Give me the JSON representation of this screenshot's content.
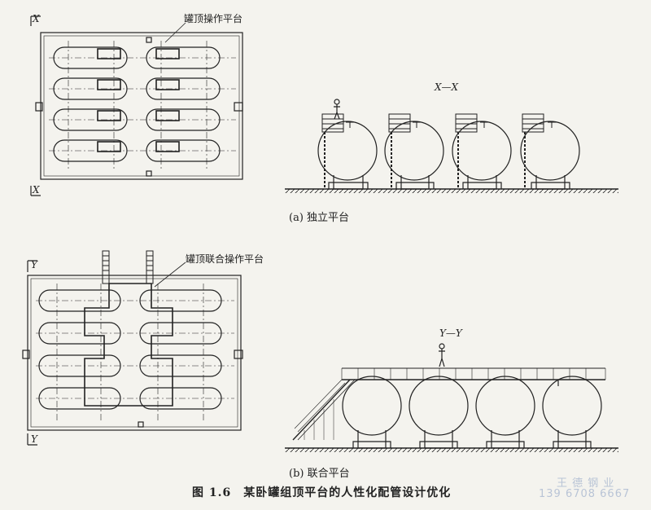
{
  "labels": {
    "top_callout": "罐顶操作平台",
    "bottom_callout": "罐顶联合操作平台",
    "section_x": "X—X",
    "section_y": "Y—Y",
    "x_top": "X",
    "x_bottom": "X",
    "y_top": "Y",
    "y_bottom": "Y",
    "caption_a": "(a) 独立平台",
    "caption_b": "(b) 联合平台",
    "figure_title": "图 1.6　某卧罐组顶平台的人性化配管设计优化"
  },
  "watermark": {
    "line1": "王 德 钢 业",
    "line2": "139 6708 6667"
  },
  "colors": {
    "ink": "#222222",
    "paper": "#f4f3ee",
    "watermark": "#b9c4d6"
  }
}
